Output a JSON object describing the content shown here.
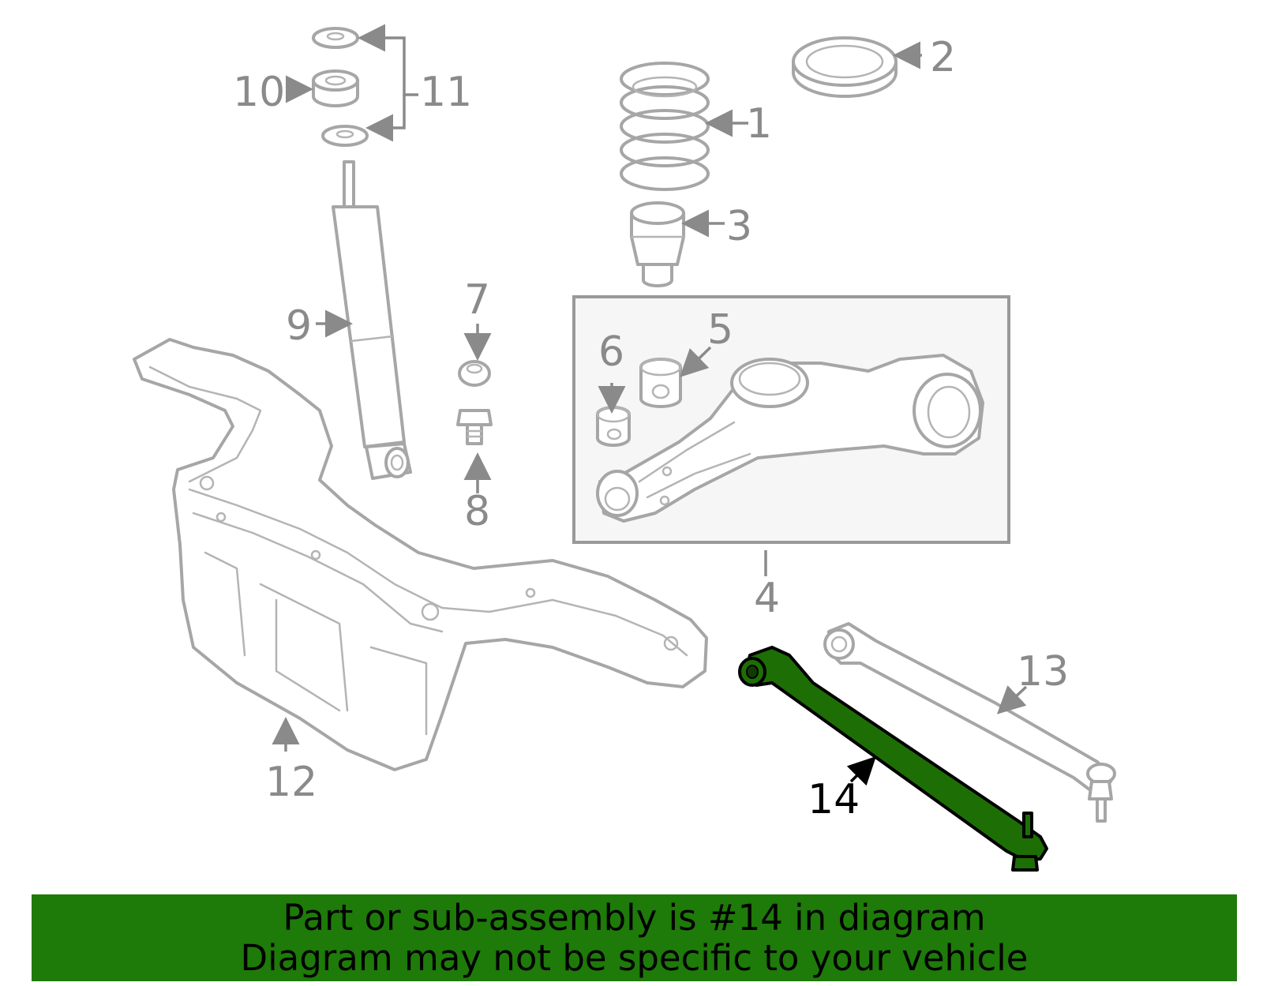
{
  "callouts": {
    "c1": "1",
    "c2": "2",
    "c3": "3",
    "c4": "4",
    "c5": "5",
    "c6": "6",
    "c7": "7",
    "c8": "8",
    "c9": "9",
    "c10": "10",
    "c11": "11",
    "c12": "12",
    "c13": "13",
    "c14": "14"
  },
  "highlighted_part": "14",
  "colors": {
    "highlight": "#1e6e06",
    "banner": "#1e7a09",
    "part_lines": "#a6a6a6",
    "callout_text": "#8a8a8a"
  },
  "banner": {
    "line1": "Part or sub-assembly is #14 in diagram",
    "line2": "Diagram may not be specific to your vehicle"
  }
}
